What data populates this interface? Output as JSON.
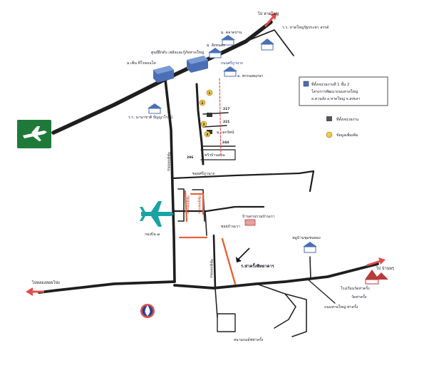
{
  "colors": {
    "road_main": "#1e1e1e",
    "road_minor": "#2a2a2a",
    "road_orange": "#e8633a",
    "arrow_red": "#e04f4f",
    "airport_bg": "#1f7a3a",
    "plane_teal": "#1aa3a3",
    "building_blue": "#4a6fb5",
    "route_red_dashed": "#e03030",
    "marker_yellow": "#f2c94c"
  },
  "icons": {
    "airport": "airplane-icon",
    "airfield": "airplane-icon",
    "fuel": "fuel-station-icon",
    "building": "building-icon",
    "school": "school-icon",
    "house": "house-icon",
    "temple": "temple-icon",
    "marker": "numbered-marker-icon",
    "arrow": "direction-arrow-icon"
  },
  "directions": {
    "north_east": "ไป หาดใหญ่",
    "east": "ไป บ้านพรุ",
    "west": "ไปคลองหอยโข่ง"
  },
  "places": {
    "school_top": "ร.ร. หาดใหญ่รัฐประชา สรรค์",
    "village_1": "ม. ตลาดปาน",
    "village_2": "ม. สิงหนคร",
    "fire_center": "ศูนย์ฝึกดับ เพลิงและกู้ภัยหาดใหญ่",
    "hotel": "ม.เซ็น ทีโรคอนโด",
    "road_store": "ถนนศรีภูวนาถ",
    "village_3": "ม. พรรณพฤกษา",
    "school_nursery": "ร.ร. นานาชาติ ปัญญาโรจน์",
    "place_kat": "ม. เอกรัตน์",
    "alley_name": "ซอยศรีภูวนาถ",
    "airfield_name": "กองบิน ๗",
    "village_4": "บ้านสวนรวมบ้านเรา",
    "alley_2": "ซอยบ้านเรา",
    "community_house": "หมู่บ้านชุมชนทอง",
    "road_main_vertical": "ถนนพลพิชัย",
    "orange_road_1": "ถนนพลพิชัย",
    "orange_road_2": "ถนนพลพิชัย",
    "road_bottom_vertical": "ถนนพลพิชัย",
    "junction_arrow": "ร.ท่าครั้งพิทยาคาร",
    "temple_name": "โรงเรียนวัดท่าครั้ง",
    "temple_sub": "วัดท่าครั้ง",
    "road_bottom_label": "ถนนหาดใหญ่-ท่าครั้ง",
    "bottom_center": "สนามกอล์ฟท่าครั้ง",
    "house_label": "ครัวบ้านสวน"
  },
  "markers": {
    "m1": "1",
    "m2": "2",
    "m3": "3",
    "m4": "4"
  },
  "route_numbers": {
    "r1": "217",
    "r2": "221",
    "r3": "244",
    "r4": "296"
  },
  "legend": {
    "title": "ที่ตั้งหน่วยงานที่ 1 ชั้น 2",
    "line2": "โครงการพัฒนาถนนหาดใหญ่",
    "line3": "อ.ควนลัง อ.หาดใหญ่ จ.สงขลา",
    "item_office": "ที่ตั้งหน่วยงาน",
    "item_marker": "ข้อมูลเพิ่มเติม"
  }
}
